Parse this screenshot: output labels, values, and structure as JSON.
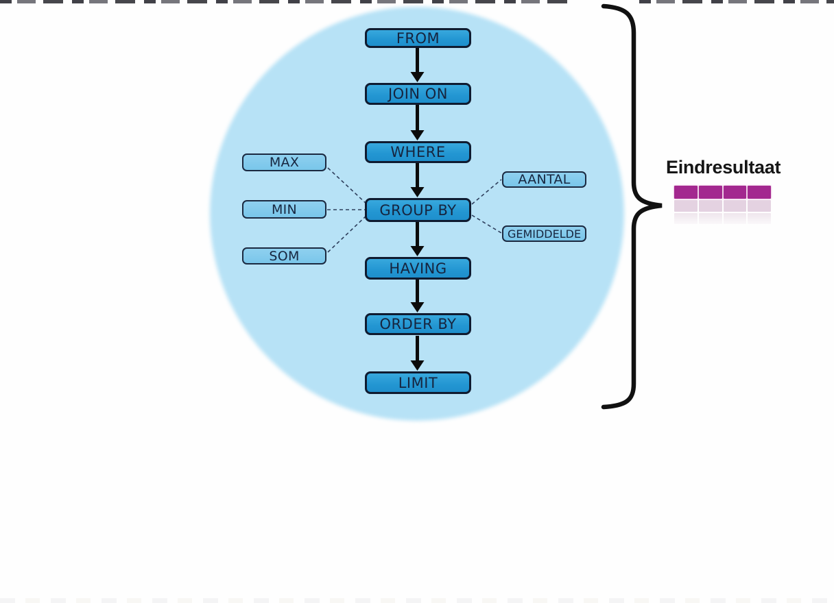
{
  "pipeline": {
    "steps": [
      {
        "label": "FROM"
      },
      {
        "label": "JOIN ON"
      },
      {
        "label": "WHERE"
      },
      {
        "label": "GROUP BY"
      },
      {
        "label": "HAVING"
      },
      {
        "label": "ORDER BY"
      },
      {
        "label": "LIMIT"
      }
    ],
    "aggregate_functions_left": [
      {
        "label": "MAX"
      },
      {
        "label": "MIN"
      },
      {
        "label": "SOM"
      }
    ],
    "aggregate_functions_right": [
      {
        "label": "AANTAL"
      },
      {
        "label": "GEMIDDELDE"
      }
    ]
  },
  "result": {
    "title": "Eindresultaat",
    "table": {
      "columns": 4,
      "rows": 3,
      "header_row_color": "#A3288F",
      "body_row_color": "#E4D2E1",
      "faded_row_color": "#EFE6ED"
    }
  },
  "colors": {
    "circle_fill": "#B7E2F6",
    "step_box_fill": "#2396D2",
    "step_box_border": "#0F1B30",
    "function_box_fill": "#79C6EA",
    "box_text": "#16243E",
    "arrow": "#0B0B0B",
    "brace": "#111111",
    "connector_dash": "#2E3F5C"
  }
}
